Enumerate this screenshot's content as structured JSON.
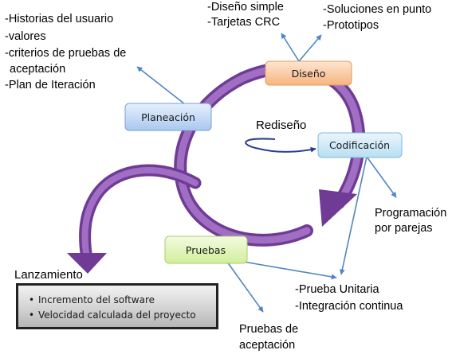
{
  "phases": {
    "planeacion": "Planeación",
    "diseno": "Diseño",
    "codificacion": "Codificación",
    "pruebas": "Pruebas"
  },
  "planeacion_items": [
    "-Historias del usuario",
    "-valores",
    "-criterios de pruebas de",
    "aceptación",
    "-Plan de Iteración"
  ],
  "diseno_items": [
    "-Diseño simple",
    "-Tarjetas CRC"
  ],
  "diseno_items_right": [
    "-Soluciones en punto",
    "-Prototipos"
  ],
  "rediseno": "Rediseño",
  "codificacion_items": [
    "Programación",
    "por parejas"
  ],
  "pruebas_items": [
    "-Prueba Unitaria",
    "-Integración continua"
  ],
  "pruebas_aceptacion": [
    "Pruebas de",
    "aceptación"
  ],
  "lanzamiento": {
    "title": "Lanzamiento",
    "bullets": [
      "Incremento del software",
      "Velocidad calculada del proyecto"
    ]
  },
  "colors": {
    "arc": "#8450a8",
    "arrow": "#4f86c2",
    "planeacion_box": "#c8dcf6",
    "diseno_box": "#fbd2ae",
    "codificacion_box": "#d4ecf8",
    "pruebas_box": "#e6f6c0"
  }
}
